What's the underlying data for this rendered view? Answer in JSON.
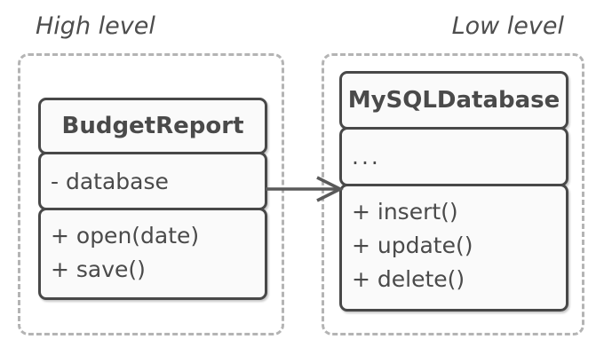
{
  "canvas": {
    "background": "#ffffff"
  },
  "colors": {
    "page_bg": "#ffffff",
    "container_dash": "#b4b4b4",
    "class_border": "#484848",
    "class_fill": "#fafafa",
    "text": "#4a4a4a",
    "label": "#4d4d4d",
    "arrow": "#5a5a5a"
  },
  "high_level": {
    "label": "High level",
    "class": {
      "title": "BudgetReport",
      "attributes": [
        "- database"
      ],
      "methods": [
        "+ open(date)",
        "+ save()"
      ]
    }
  },
  "low_level": {
    "label": "Low level",
    "class": {
      "title": "MySQLDatabase",
      "placeholder": "...",
      "methods": [
        "+ insert()",
        "+ update()",
        "+ delete()"
      ]
    }
  }
}
